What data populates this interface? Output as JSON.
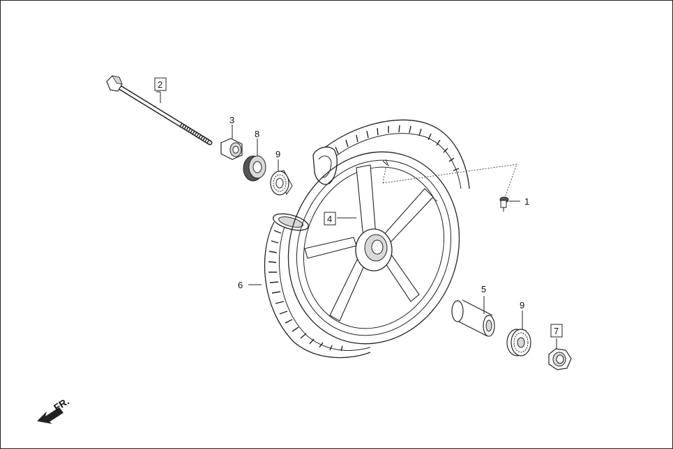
{
  "callouts": {
    "valve": "1",
    "axle": "2",
    "collar": "3",
    "wheel": "4",
    "spacer": "5",
    "tire": "6",
    "nut": "7",
    "seal": "8",
    "bearing_left": "9",
    "bearing_right": "9"
  },
  "direction": {
    "label": "FR."
  },
  "colors": {
    "line": "#222222",
    "fill": "#ffffff",
    "shade": "#d9d9d9",
    "dark": "#555555"
  }
}
